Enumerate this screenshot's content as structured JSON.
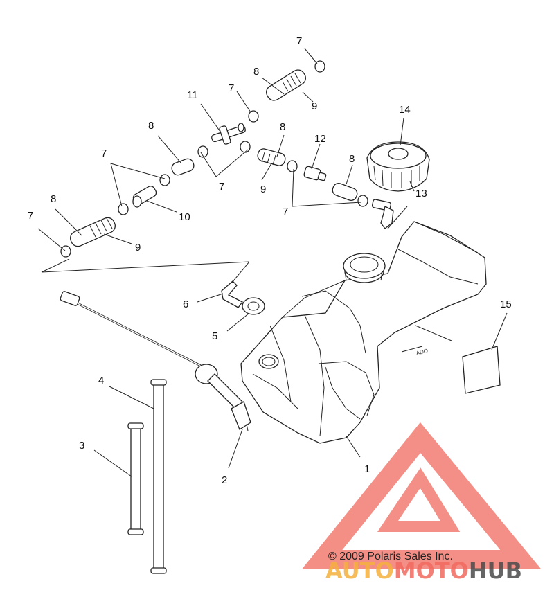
{
  "callouts": [
    {
      "id": "c7a",
      "text": "7"
    },
    {
      "id": "c8a",
      "text": "8"
    },
    {
      "id": "c9a",
      "text": "9"
    },
    {
      "id": "c11",
      "text": "11"
    },
    {
      "id": "c7b",
      "text": "7"
    },
    {
      "id": "c8b",
      "text": "8"
    },
    {
      "id": "c14",
      "text": "14"
    },
    {
      "id": "c8c",
      "text": "8"
    },
    {
      "id": "c12",
      "text": "12"
    },
    {
      "id": "c8d",
      "text": "8"
    },
    {
      "id": "c7c",
      "text": "7"
    },
    {
      "id": "c7d",
      "text": "7"
    },
    {
      "id": "c9b",
      "text": "9"
    },
    {
      "id": "c13",
      "text": "13"
    },
    {
      "id": "c7e",
      "text": "7"
    },
    {
      "id": "c10",
      "text": "10"
    },
    {
      "id": "c8e",
      "text": "8"
    },
    {
      "id": "c7f",
      "text": "7"
    },
    {
      "id": "c9c",
      "text": "9"
    },
    {
      "id": "c6",
      "text": "6"
    },
    {
      "id": "c5",
      "text": "5"
    },
    {
      "id": "c15",
      "text": "15"
    },
    {
      "id": "c4",
      "text": "4"
    },
    {
      "id": "c3",
      "text": "3"
    },
    {
      "id": "c2",
      "text": "2"
    },
    {
      "id": "c1",
      "text": "1"
    }
  ],
  "copyright": "© 2009 Polaris Sales Inc.",
  "tank_marking": "ADO",
  "watermark": {
    "part1": "AUTO",
    "part2": "MOTO",
    "part3": "HUB",
    "color_orange": "#f5b03d",
    "color_red": "#f06a5e",
    "color_dark": "#4a4a4a"
  }
}
